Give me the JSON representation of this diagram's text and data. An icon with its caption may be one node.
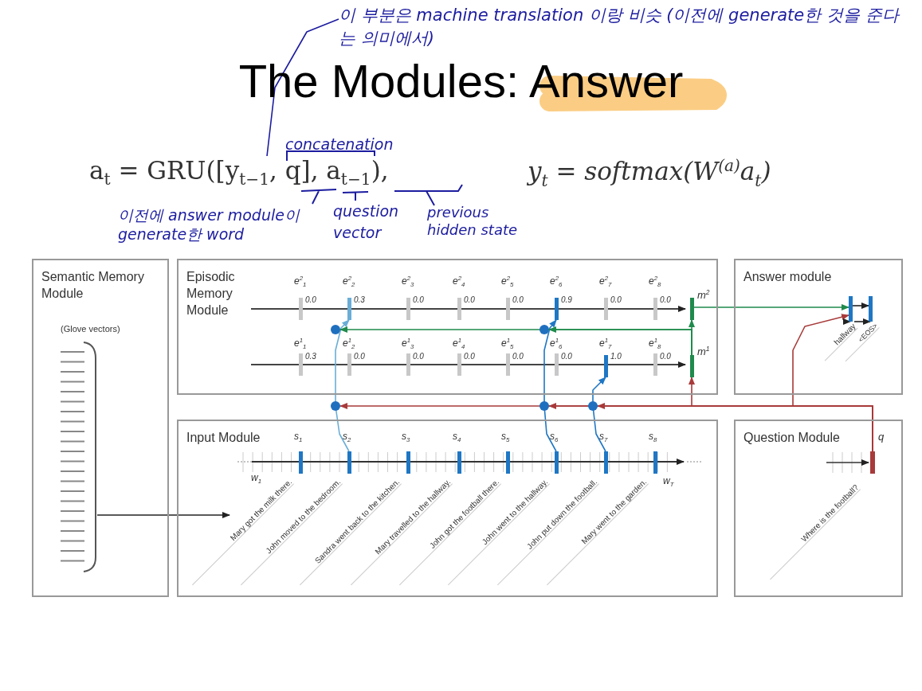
{
  "diagram": {
    "title": "The Modules: Answer",
    "nodes": [
      {
        "text": [
          "Semantic Memory Module",
          "(Glove vectors)"
        ]
      },
      {
        "text": [
          "Episodic Memory Module"
        ]
      },
      {
        "text": [
          "Answer module"
        ]
      },
      {
        "text": [
          "Input Module"
        ]
      },
      {
        "text": [
          "Question Module"
        ]
      },
      {
        "text": [
          "이 부분은 machine translation 이랑 비슷 (이전에 generate한 것을 준다는 의미에서)"
        ]
      },
      {
        "text": [],
        "shape": "bar",
        "in": 3
      },
      {
        "text": [],
        "shape": "bar",
        "in": 3
      },
      {
        "text": [],
        "shape": "bar",
        "in": 3
      },
      {
        "text": [],
        "shape": "bar",
        "in": 1
      },
      {
        "text": [],
        "shape": "bar",
        "in": 1
      },
      {
        "text": [],
        "shape": "bar",
        "in": 1
      },
      {
        "text": [],
        "shape": "bar",
        "in": 1
      },
      {
        "text": [],
        "shape": "bar",
        "in": 1
      },
      {
        "text": [],
        "shape": "circle",
        "in": 1
      },
      {
        "text": [],
        "shape": "circle",
        "in": 1
      },
      {
        "text": [],
        "shape": "circle"
      },
      {
        "text": [],
        "shape": "circle"
      },
      {
        "text": [],
        "shape": "circle"
      },
      {
        "text": [],
        "shape": "bar",
        "in": 4
      },
      {
        "text": [],
        "shape": "bar",
        "in": 2
      },
      {
        "text": [],
        "shape": "bar",
        "in": 2
      },
      {
        "text": [
          "hallway"
        ],
        "in": 2
      },
      {
        "text": [
          "a$_{t}$ = GRU([y$_{t−1}$, q], a$_{t−1}$),"
        ]
      }
    ],
    "edges": [
      {
        "from": 0,
        "to": 3,
        "arrow": "to",
        "color": "#222222"
      },
      {
        "from": 6,
        "to": 9,
        "arrow": "to",
        "color": "#6aaed6"
      },
      {
        "from": 7,
        "to": 10,
        "arrow": "to",
        "color": "#1f77c4"
      },
      {
        "from": 8,
        "to": 11,
        "arrow": "to",
        "color": "#1f77c4"
      },
      {
        "from": 19,
        "to": 18,
        "arrow": "to",
        "color": "#a83a3a"
      },
      {
        "from": 19,
        "to": 17,
        "arrow": "to",
        "color": "#a83a3a"
      },
      {
        "from": 19,
        "to": 16,
        "arrow": "to",
        "color": "#a83a3a"
      },
      {
        "from": 19,
        "to": 12,
        "arrow": "to",
        "color": "#a83a3a"
      },
      {
        "from": 19,
        "to": 20,
        "arrow": "to",
        "color": "#a83a3a"
      },
      {
        "from": 12,
        "to": 13,
        "arrow": "to",
        "color": "#1f8a4c"
      },
      {
        "from": 12,
        "to": 15,
        "arrow": "to",
        "color": "#1f8a4c"
      },
      {
        "from": 12,
        "to": 14,
        "arrow": "to",
        "color": "#1f8a4c"
      },
      {
        "from": 13,
        "to": 20,
        "arrow": "to",
        "color": "#1f8a4c"
      },
      {
        "from": 20,
        "to": 21,
        "arrow": "to",
        "color": "#222222"
      },
      {
        "from": 20,
        "to": 22,
        "arrow": "to",
        "color": "#222222"
      },
      {
        "from": 22,
        "to": 21,
        "arrow": "to",
        "color": "#222222"
      },
      {
        "from": 5,
        "to": 23,
        "arrow": "none",
        "color": "#1c1ca0"
      }
    ],
    "labels": [
      "concatenation",
      "y$_{t}$ = softmax(W$^{(a)}$a$_{t}$)",
      "이전에 answer module이 generate한 word",
      "question vector",
      "previous hidden state",
      "e$^{2}$$_{1}$",
      "0.0",
      "e$^{2}$$_{2}$",
      "0.3",
      "e$^{2}$$_{3}$",
      "0.0",
      "e$^{2}$$_{4}$",
      "0.0",
      "e$^{2}$$_{5}$",
      "0.0",
      "e$^{2}$$_{6}$",
      "0.9",
      "e$^{2}$$_{7}$",
      "0.0",
      "e$^{2}$$_{8}$",
      "0.0",
      "m$^{2}$",
      "e$^{1}$$_{1}$",
      "0.3",
      "e$^{1}$$_{2}$",
      "0.0",
      "e$^{1}$$_{3}$",
      "0.0",
      "e$^{1}$$_{4}$",
      "0.0",
      "e$^{1}$$_{5}$",
      "0.0",
      "e$^{1}$$_{6}$",
      "0.0",
      "e$^{1}$$_{7}$",
      "1.0",
      "e$^{1}$$_{8}$",
      "0.0",
      "m$^{1}$",
      "s$_{1}$",
      "s$_{2}$",
      "s$_{3}$",
      "s$_{4}$",
      "s$_{5}$",
      "s$_{6}$",
      "s$_{7}$",
      "s$_{8}$",
      "w$_{1}$",
      "w$_{T}$",
      "Mary got the milk there.",
      "John moved to the bedroom.",
      "Sandra went back to the kitchen.",
      "Mary travelled to the hallway.",
      "John got the football there.",
      "John went to the hallway.",
      "John put down the football.",
      "Mary went to the garden.",
      "q",
      "Where is the football?",
      "<EOS>"
    ]
  }
}
